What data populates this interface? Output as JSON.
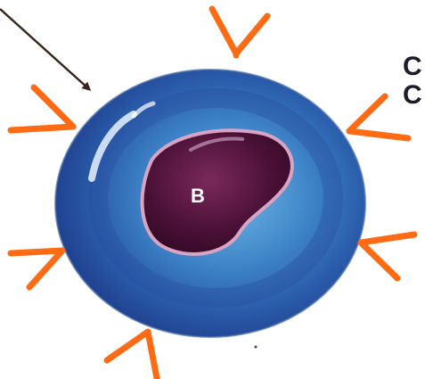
{
  "nucleus": {
    "label": "B"
  },
  "side_labels": [
    "C",
    "C"
  ],
  "colors": {
    "receptor": "#ff6a14",
    "cell_outer": "#1f3f8c",
    "cell_mid": "#3f86c8",
    "cell_inner": "#274b9e",
    "nucleus_fill": "#4a1036",
    "nucleus_rim": "#d9a3c3",
    "pointer_arrow": "#3a241a"
  },
  "icons": [
    "pointer-arrow",
    "y-shaped-receptor"
  ]
}
